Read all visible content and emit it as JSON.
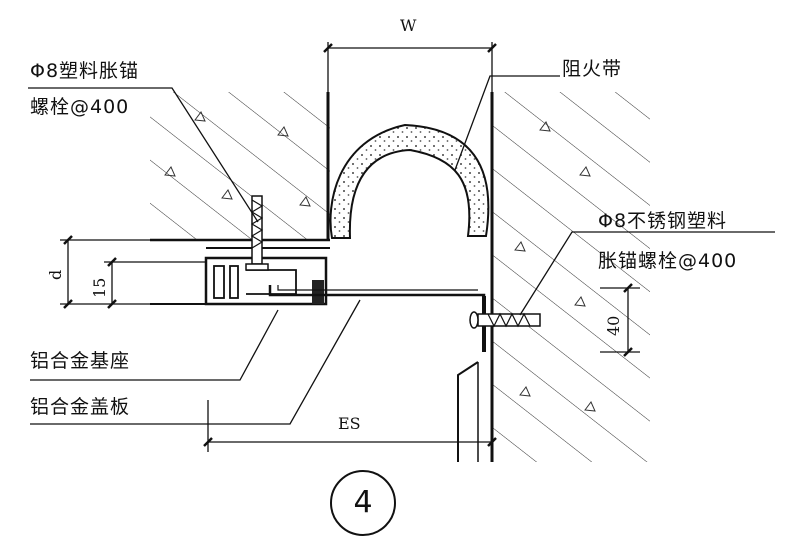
{
  "labels": {
    "anchor_bolt_line1": "Φ8塑料胀锚",
    "anchor_bolt_line2": "螺栓@400",
    "fire_strip": "阻火带",
    "ss_anchor_line1": "Φ8不锈钢塑料",
    "ss_anchor_line2": "胀锚螺栓@400",
    "base": "铝合金基座",
    "cover_plate": "铝合金盖板"
  },
  "dimensions": {
    "width": "W",
    "depth": "d",
    "fifteen": "15",
    "forty": "40",
    "expansion": "ES"
  },
  "detail_number": "4"
}
